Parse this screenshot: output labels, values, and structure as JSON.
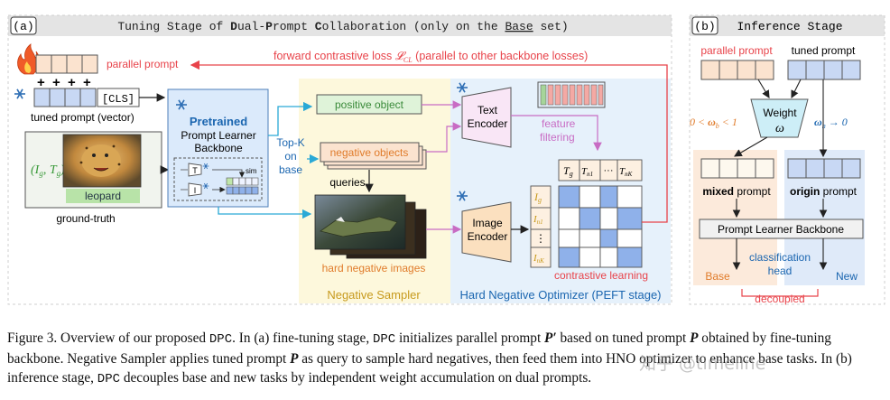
{
  "panel_a": {
    "tag": "(a)",
    "title_pre": "Tuning Stage of ",
    "title_dual": "D",
    "title_ual": "ual-",
    "title_p": "P",
    "title_rompt": "rompt ",
    "title_c": "C",
    "title_ollab": "ollaboration (only on the ",
    "title_base": "Base",
    "title_set": " set)",
    "parallel_prompt": "parallel prompt",
    "tuned_prompt_vector": "tuned prompt (vector)",
    "cls_token": "[CLS]",
    "plus": "+",
    "forward_loss": "forward contrastive loss",
    "loss_symbol": "𝓛",
    "loss_sub": "CL",
    "loss_paren": "(parallel to other backbone losses)",
    "gt_formula": "(I",
    "gt_sub_g": "g",
    "gt_comma": ", T",
    "gt_sub_g2": "g",
    "gt_close": ")",
    "leopard": "leopard",
    "ground_truth": "ground-truth",
    "pretrained": "Pretrained",
    "prompt_learner": "Prompt Learner",
    "backbone": "Backbone",
    "t_label": "T",
    "i_label": "I",
    "sim": "sim",
    "topk_1": "Top-K",
    "topk_2": "on",
    "topk_3": "base",
    "positive_object": "positive object",
    "negative_objects": "negative objects",
    "queries": "queries",
    "hard_negative_images": "hard negative images",
    "negative_sampler": "Negative Sampler",
    "text_encoder_1": "Text",
    "text_encoder_2": "Encoder",
    "image_encoder_1": "Image",
    "image_encoder_2": "Encoder",
    "feature": "feature",
    "filtering": "filtering",
    "tg": "T",
    "tg_sub": "g",
    "tn1": "T",
    "tn1_sub": "n1",
    "dots_h": "···",
    "tnk": "T",
    "tnk_sub": "nK",
    "ig": "I",
    "ig_sub": "g",
    "in1": "I",
    "in1_sub": "n1",
    "dots_v": "⋮",
    "ink": "I",
    "ink_sub": "nK",
    "contrastive_learning": "contrastive learning",
    "hard_negative_optimizer": "Hard Negative Optimizer (PEFT stage)"
  },
  "panel_b": {
    "tag": "(b)",
    "title": "Inference Stage",
    "parallel_prompt": "parallel prompt",
    "tuned_prompt": "tuned prompt",
    "weight": "Weight",
    "omega": "ω",
    "wb_left": "0 < ",
    "wb_sym": "ω",
    "wb_sub": "b",
    "wb_right": " < 1",
    "wn_sym": "ω",
    "wn_sub": "n",
    "wn_right": " → 0",
    "mixed_bold": "mixed",
    "mixed_rest": " prompt",
    "origin_bold": "origin",
    "origin_rest": " prompt",
    "plb": "Prompt Learner Backbone",
    "classification": "classification",
    "head": "head",
    "base": "Base",
    "new": "New",
    "decoupled": "decoupled"
  },
  "caption": {
    "s1": "Figure 3. Overview of our proposed ",
    "dpc1": "DPC",
    "s2": ". In (a) fine-tuning stage, ",
    "dpc2": "DPC",
    "s3": " initializes parallel prompt ",
    "p_prime": "P′",
    "s4": " based on tuned prompt ",
    "p1": "P",
    "s5": " obtained by fine-tuning backbone. Negative Sampler applies tuned prompt ",
    "p2": "P",
    "s6": " as query to sample hard negatives, then feed them into HNO optimizer to enhance base tasks. In (b) inference stage, ",
    "dpc3": "DPC",
    "s7": " decouples base and new tasks by independent weight accumulation on dual prompts."
  },
  "watermark": "知乎 @timeline",
  "colors": {
    "prompt_orange": "#fbe3cf",
    "prompt_blue": "#c8d8f4",
    "sampler_bg": "#fdf8dc",
    "optimizer_bg": "#e6f1fb",
    "backbone_bg": "#dbeafb",
    "positive_green": "#dff3d9",
    "encoder_orange": "#fbe0bf",
    "text_encoder_pink": "#f9e6f6",
    "loss_red": "#e8434a",
    "arrow_blue": "#2aa9d6",
    "matrix_blue": "#8fb1ea"
  }
}
